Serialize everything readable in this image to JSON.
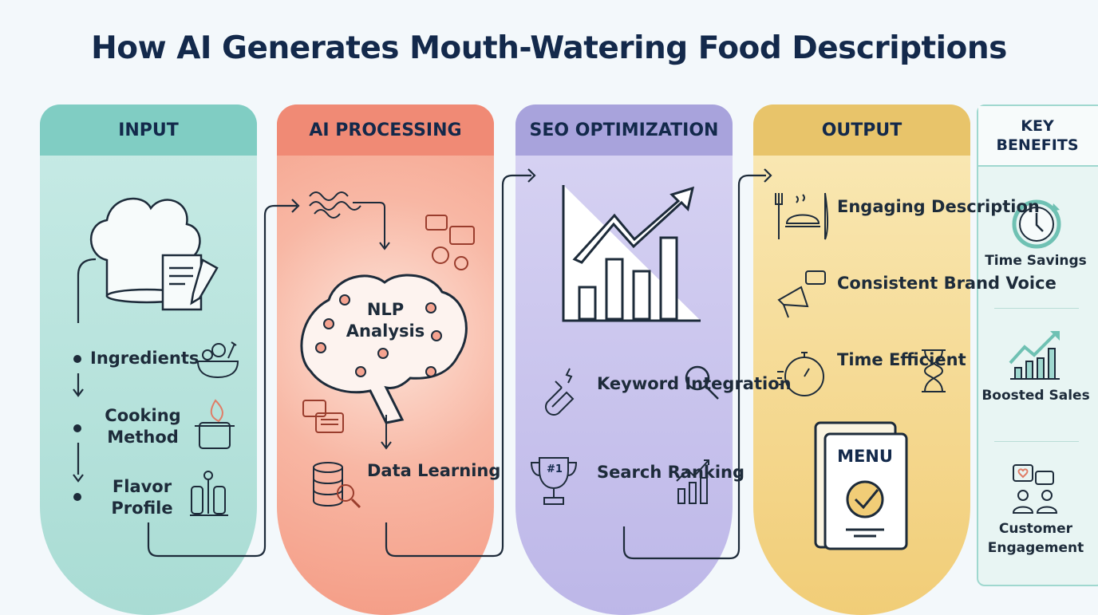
{
  "title": "How AI Generates Mouth-Watering Food Descriptions",
  "columns": [
    {
      "header": "INPUT",
      "color": "#80cdc3",
      "items": [
        "Ingredients",
        "Cooking Method",
        "Flavor Profile"
      ]
    },
    {
      "header": "AI PROCESSING",
      "color": "#f08a75",
      "center": "NLP Analysis",
      "items": [
        "Data Learning"
      ]
    },
    {
      "header": "SEO OPTIMIZATION",
      "color": "#a8a3dc",
      "items": [
        "Keyword Integration",
        "Search Ranking"
      ],
      "badge": "#1"
    },
    {
      "header": "OUTPUT",
      "color": "#e8c46a",
      "items": [
        "Engaging Description",
        "Consistent Brand Voice",
        "Time Efficient"
      ],
      "menu": "MENU"
    }
  ],
  "key_benefits": {
    "header": "KEY BENEFITS",
    "items": [
      "Time Savings",
      "Boosted Sales",
      "Customer Engagement"
    ]
  }
}
